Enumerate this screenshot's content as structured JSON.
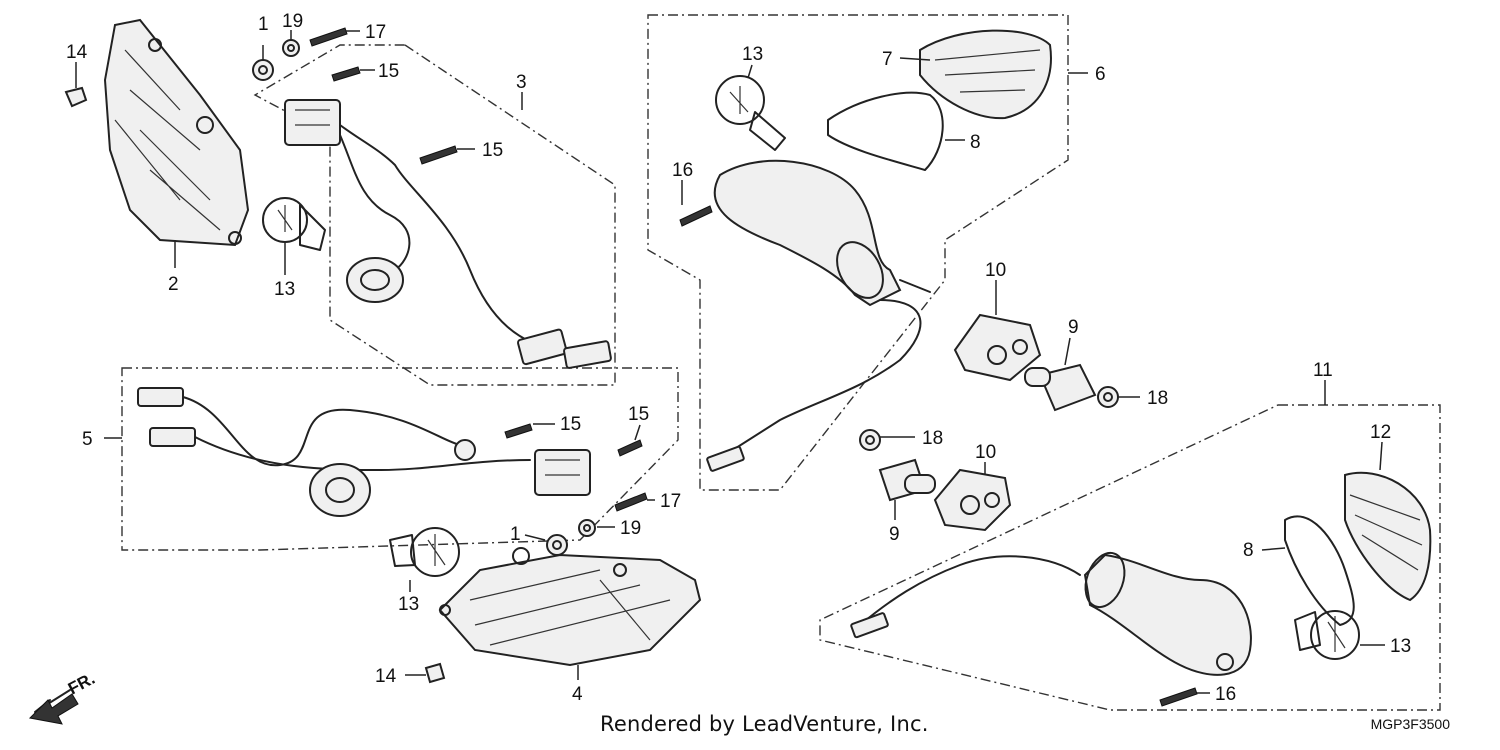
{
  "footer": {
    "rendered_by": "Rendered by LeadVenture, Inc.",
    "diagram_code": "MGP3F3500",
    "front_indicator": "FR."
  },
  "callouts": [
    {
      "id": "c1a",
      "label": "1"
    },
    {
      "id": "c19a",
      "label": "19"
    },
    {
      "id": "c17a",
      "label": "17"
    },
    {
      "id": "c14a",
      "label": "14"
    },
    {
      "id": "c15a",
      "label": "15"
    },
    {
      "id": "c3",
      "label": "3"
    },
    {
      "id": "c15b",
      "label": "15"
    },
    {
      "id": "c2",
      "label": "2"
    },
    {
      "id": "c13a",
      "label": "13"
    },
    {
      "id": "c13b",
      "label": "13"
    },
    {
      "id": "c7",
      "label": "7"
    },
    {
      "id": "c6",
      "label": "6"
    },
    {
      "id": "c8a",
      "label": "8"
    },
    {
      "id": "c16a",
      "label": "16"
    },
    {
      "id": "c10a",
      "label": "10"
    },
    {
      "id": "c9a",
      "label": "9"
    },
    {
      "id": "c18a",
      "label": "18"
    },
    {
      "id": "c11",
      "label": "11"
    },
    {
      "id": "c5",
      "label": "5"
    },
    {
      "id": "c15c",
      "label": "15"
    },
    {
      "id": "c15d",
      "label": "15"
    },
    {
      "id": "c18b",
      "label": "18"
    },
    {
      "id": "c10b",
      "label": "10"
    },
    {
      "id": "c12",
      "label": "12"
    },
    {
      "id": "c17b",
      "label": "17"
    },
    {
      "id": "c1b",
      "label": "1"
    },
    {
      "id": "c19b",
      "label": "19"
    },
    {
      "id": "c9b",
      "label": "9"
    },
    {
      "id": "c8b",
      "label": "8"
    },
    {
      "id": "c13c",
      "label": "13"
    },
    {
      "id": "c13d",
      "label": "13"
    },
    {
      "id": "c14b",
      "label": "14"
    },
    {
      "id": "c4",
      "label": "4"
    },
    {
      "id": "c16b",
      "label": "16"
    }
  ]
}
